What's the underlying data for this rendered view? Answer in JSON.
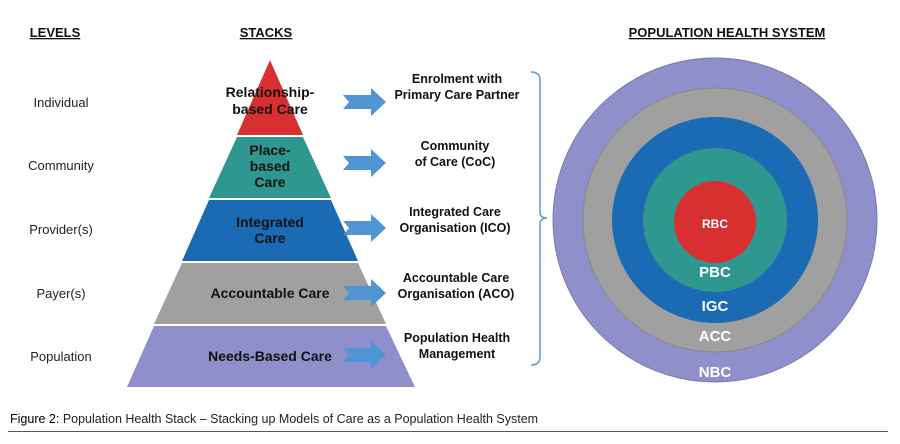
{
  "headers": {
    "levels": "LEVELS",
    "stacks": "STACKS",
    "system": "POPULATION HEALTH SYSTEM"
  },
  "levels": [
    "Individual",
    "Community",
    "Provider(s)",
    "Payer(s)",
    "Population"
  ],
  "stacks": [
    {
      "lines": [
        "Relationship-",
        "based Care"
      ],
      "color": "#d83030"
    },
    {
      "lines": [
        "Place-",
        "based",
        "Care"
      ],
      "color": "#2e9890"
    },
    {
      "lines": [
        "Integrated",
        "Care"
      ],
      "color": "#1a6ab4"
    },
    {
      "lines": [
        "Accountable Care"
      ],
      "color": "#a0a0a0"
    },
    {
      "lines": [
        "Needs-Based Care"
      ],
      "color": "#8f8fcb"
    }
  ],
  "outcomes": [
    [
      "Enrolment with",
      "Primary Care Partner"
    ],
    [
      "Community",
      "of Care (CoC)"
    ],
    [
      "Integrated Care",
      "Organisation (ICO)"
    ],
    [
      "Accountable Care",
      "Organisation (ACO)"
    ],
    [
      "Population Health",
      "Management"
    ]
  ],
  "rings": [
    "RBC",
    "PBC",
    "IGC",
    "ACC",
    "NBC"
  ],
  "arrow_color": "#4f95d4",
  "caption": {
    "label": "Figure 2:",
    "text": " Population Health Stack – Stacking up Models of Care as a Population Health System"
  }
}
